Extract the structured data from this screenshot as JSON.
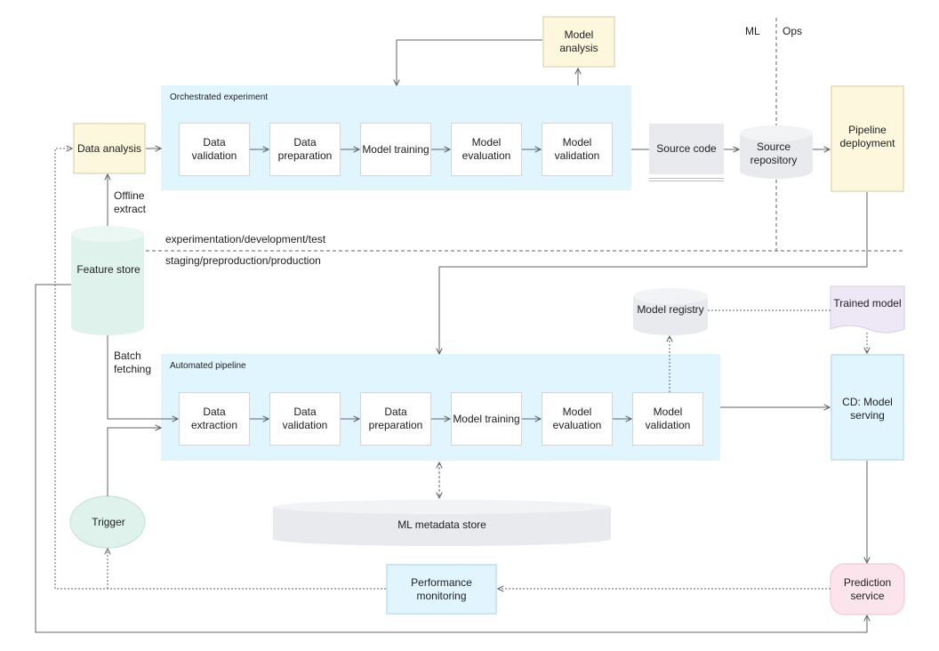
{
  "zones": {
    "ml_label": "ML",
    "ops_label": "Ops",
    "upper_zone": "experimentation/development/test",
    "lower_zone": "staging/preproduction/production"
  },
  "experiment": {
    "title": "Orchestrated experiment",
    "steps": [
      "Data validation",
      "Data preparation",
      "Model training",
      "Model evaluation",
      "Model validation"
    ]
  },
  "pipeline": {
    "title": "Automated pipeline",
    "steps": [
      "Data extraction",
      "Data validation",
      "Data preparation",
      "Model training",
      "Model evaluation",
      "Model validation"
    ]
  },
  "nodes": {
    "model_analysis": "Model analysis",
    "data_analysis": "Data analysis",
    "source_code": "Source code",
    "source_repository": "Source repository",
    "pipeline_deployment": "Pipeline deployment",
    "feature_store": "Feature store",
    "model_registry": "Model registry",
    "trained_model": "Trained model",
    "cd_model_serving": "CD: Model serving",
    "ml_metadata_store": "ML metadata store",
    "trigger": "Trigger",
    "performance_monitoring": "Performance monitoring",
    "prediction_service": "Prediction service"
  },
  "edge_labels": {
    "offline_extract": "Offline extract",
    "batch_fetching": "Batch fetching"
  },
  "colors": {
    "panel_blue": "#e1f5fe",
    "note_yellow": "#fdf7dd",
    "store_green": "#e0f2ec",
    "trained_purple": "#ede7f6",
    "prediction_pink": "#fce4ec",
    "store_grey": "#e8eaed",
    "line": "#5f6368"
  }
}
